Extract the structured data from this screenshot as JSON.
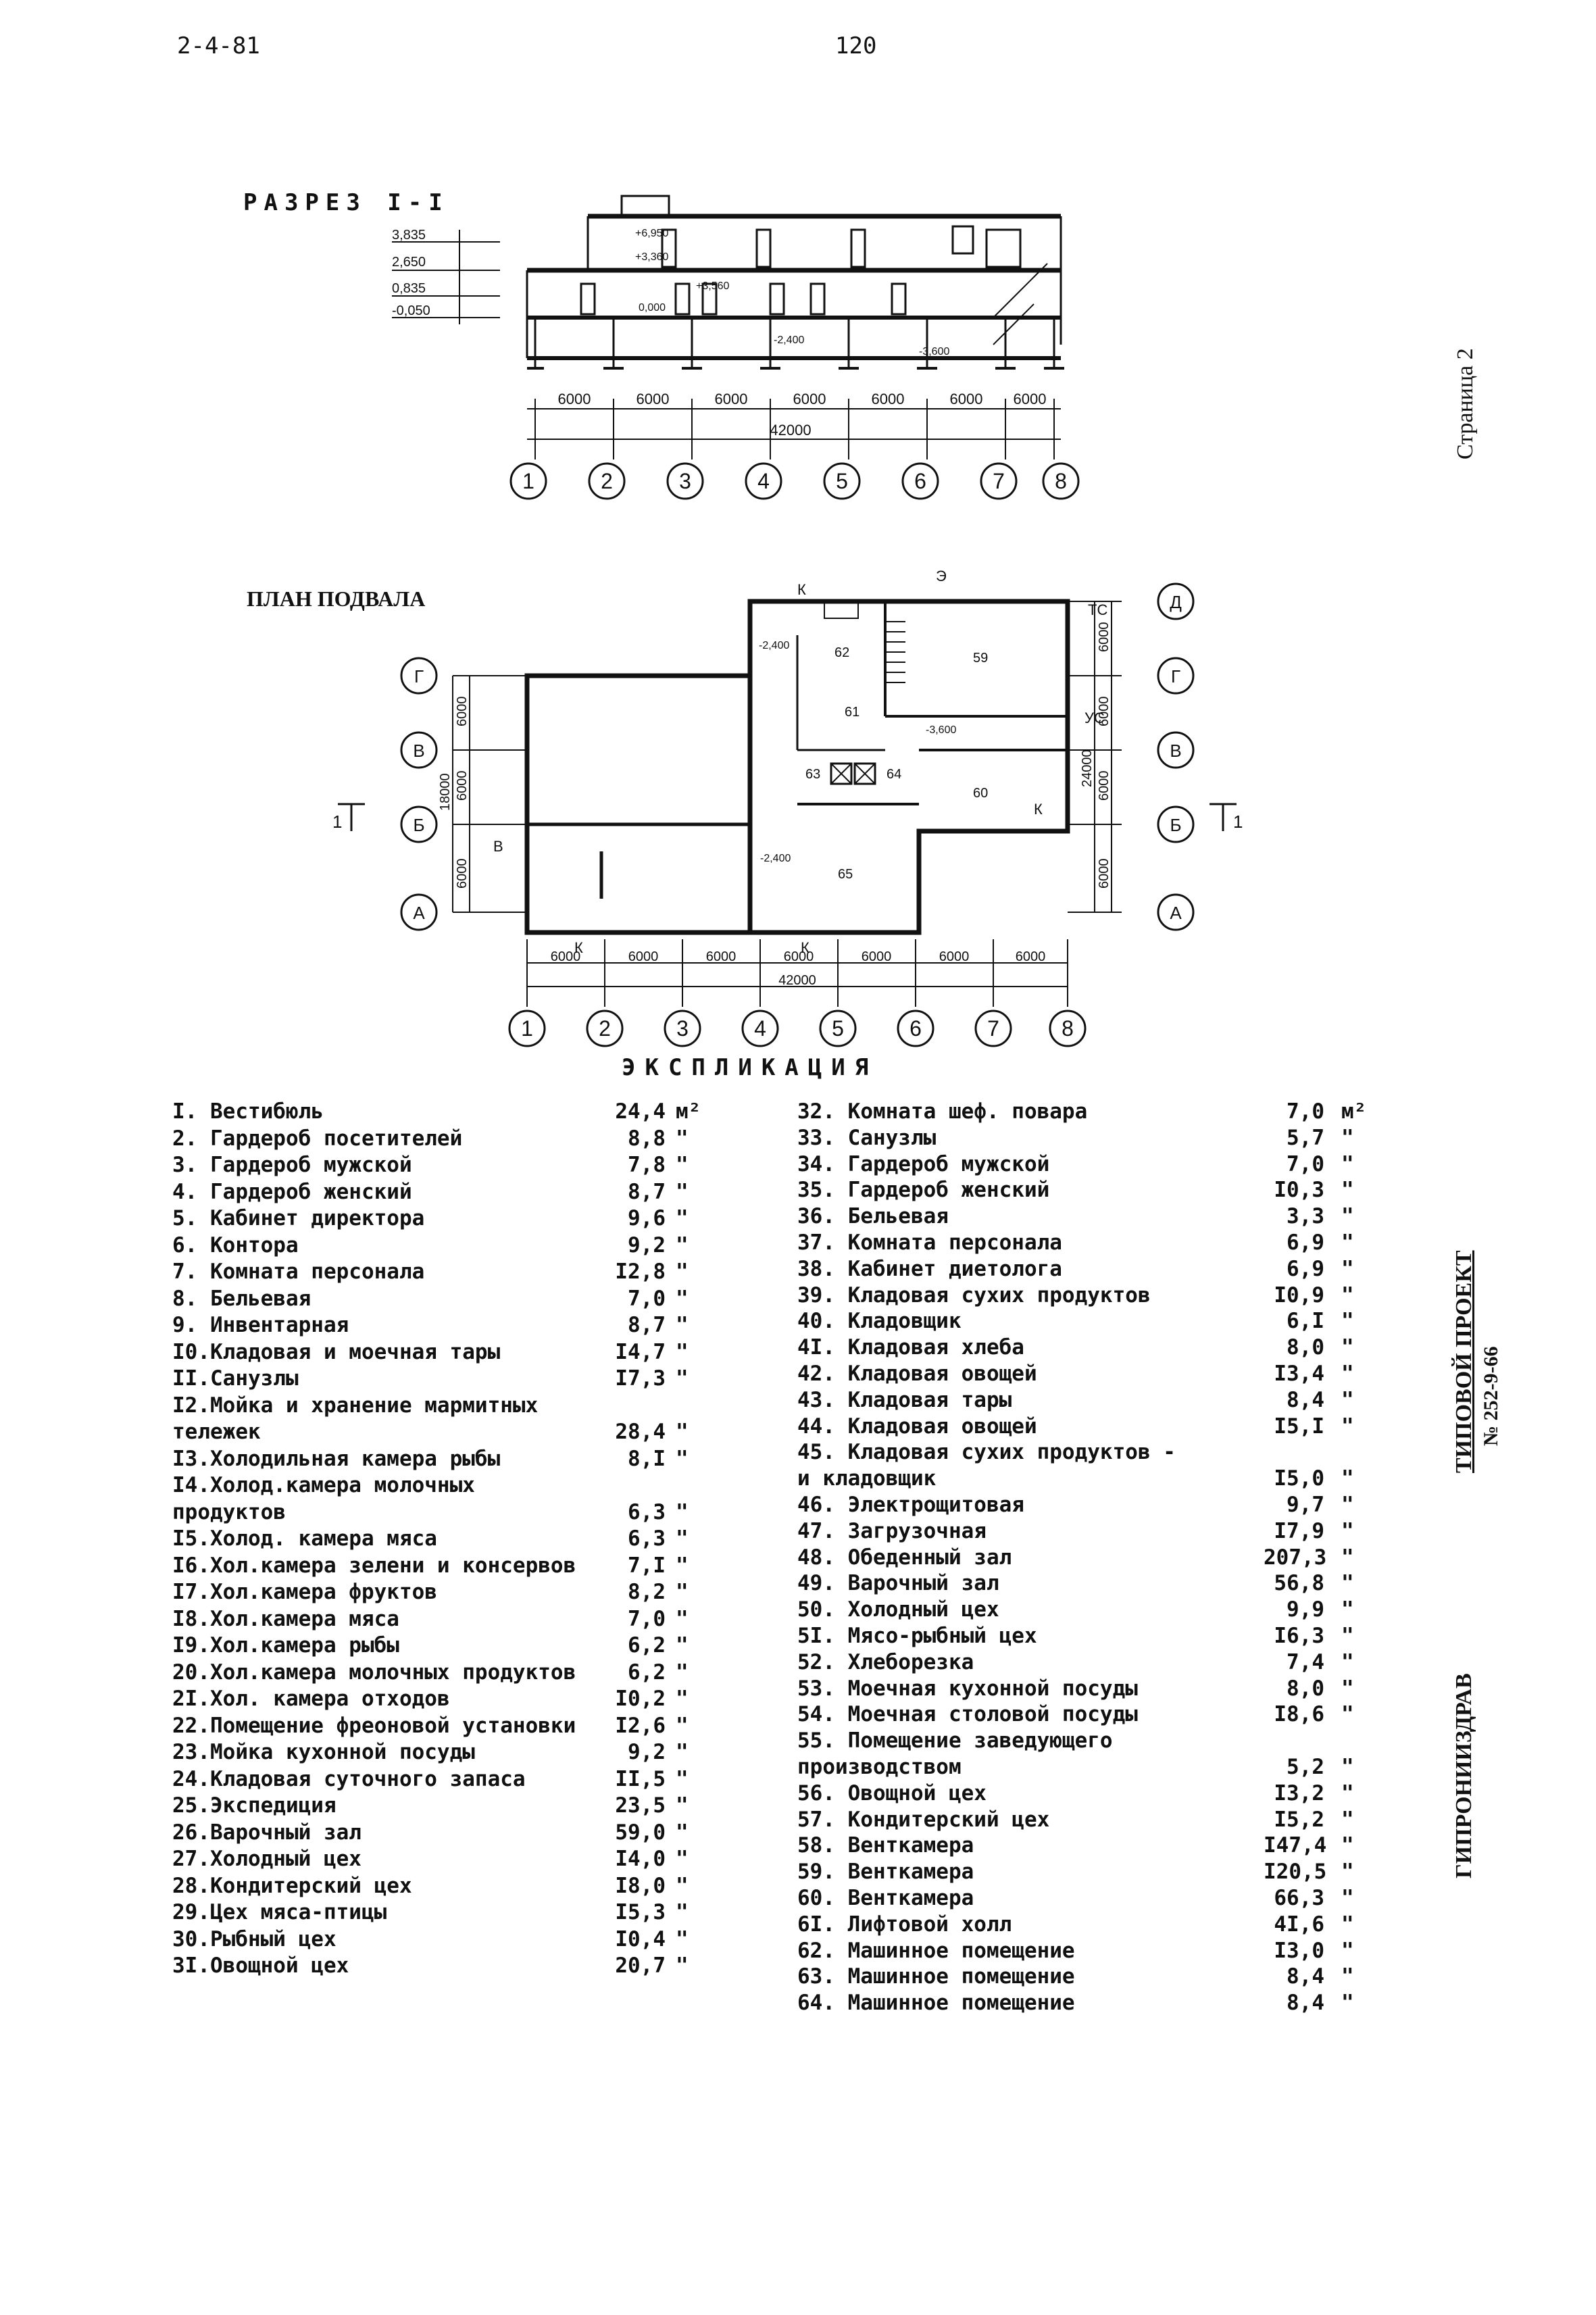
{
  "header": {
    "code": "2-4-81",
    "page_number": "120"
  },
  "side": {
    "page_label": "Страница 2",
    "project": "ТИПОВОЙ ПРОЕКТ",
    "project_no": "№ 252-9-66",
    "org": "ГИПРОНИИЗДРАВ"
  },
  "section": {
    "title": "РАЗРЕЗ I-I",
    "levels": [
      "3,835",
      "2,650",
      "0,835",
      "-0,050"
    ],
    "marks": [
      "+6,950",
      "+3,360",
      "+3,560",
      "0,000",
      "-2,400",
      "-3,600"
    ],
    "spans": [
      "6000",
      "6000",
      "6000",
      "6000",
      "6000",
      "6000",
      "6000"
    ],
    "total": "42000",
    "axes": [
      "1",
      "2",
      "3",
      "4",
      "5",
      "6",
      "7",
      "8"
    ]
  },
  "plan": {
    "title": "ПЛАН ПОДВАЛА",
    "row_axes": [
      "Д",
      "Г",
      "В",
      "Б",
      "А"
    ],
    "left_dims": [
      "6000",
      "6000",
      "6000"
    ],
    "left_total": "18000",
    "right_dims": [
      "6000",
      "6000",
      "6000",
      "6000"
    ],
    "right_total": "24000",
    "rooms": [
      "62",
      "59",
      "61",
      "63",
      "64",
      "60",
      "65"
    ],
    "marks": [
      "-2,400",
      "-3,600",
      "-2,400"
    ],
    "labels": [
      "К",
      "Э",
      "ТС",
      "УС",
      "В",
      "К",
      "К",
      "К",
      "1",
      "1"
    ],
    "spans": [
      "6000",
      "6000",
      "6000",
      "6000",
      "6000",
      "6000",
      "6000"
    ],
    "total": "42000",
    "axes": [
      "1",
      "2",
      "3",
      "4",
      "5",
      "6",
      "7",
      "8"
    ]
  },
  "explication": {
    "title": "ЭКСПЛИКАЦИЯ",
    "left": [
      {
        "n": "I. Вестибюль",
        "v": "24,4",
        "u": "м²"
      },
      {
        "n": "2. Гардероб посетителей",
        "v": "8,8",
        "u": "\""
      },
      {
        "n": "3. Гардероб мужской",
        "v": "7,8",
        "u": "\""
      },
      {
        "n": "4. Гардероб женский",
        "v": "8,7",
        "u": "\""
      },
      {
        "n": "5. Кабинет директора",
        "v": "9,6",
        "u": "\""
      },
      {
        "n": "6. Контора",
        "v": "9,2",
        "u": "\""
      },
      {
        "n": "7. Комната персонала",
        "v": "I2,8",
        "u": "\""
      },
      {
        "n": "8. Бельевая",
        "v": "7,0",
        "u": "\""
      },
      {
        "n": "9. Инвентарная",
        "v": "8,7",
        "u": "\""
      },
      {
        "n": "I0.Кладовая и моечная тары",
        "v": "I4,7",
        "u": "\""
      },
      {
        "n": "II.Санузлы",
        "v": "I7,3",
        "u": "\""
      },
      {
        "n": "I2.Мойка и хранение мармитных",
        "v": "",
        "u": ""
      },
      {
        "n": "   тележек",
        "v": "28,4",
        "u": "\""
      },
      {
        "n": "I3.Холодильная камера рыбы",
        "v": "8,I",
        "u": "\""
      },
      {
        "n": "I4.Холод.камера молочных",
        "v": "",
        "u": ""
      },
      {
        "n": "   продуктов",
        "v": "6,3",
        "u": "\""
      },
      {
        "n": "I5.Холод. камера мяса",
        "v": "6,3",
        "u": "\""
      },
      {
        "n": "I6.Хол.камера зелени и консервов",
        "v": "7,I",
        "u": "\""
      },
      {
        "n": "I7.Хол.камера фруктов",
        "v": "8,2",
        "u": "\""
      },
      {
        "n": "I8.Хол.камера мяса",
        "v": "7,0",
        "u": "\""
      },
      {
        "n": "I9.Хол.камера рыбы",
        "v": "6,2",
        "u": "\""
      },
      {
        "n": "20.Хол.камера молочных продуктов",
        "v": "6,2",
        "u": "\""
      },
      {
        "n": "2I.Хол. камера отходов",
        "v": "I0,2",
        "u": "\""
      },
      {
        "n": "22.Помещение фреоновой установки",
        "v": "I2,6",
        "u": "\""
      },
      {
        "n": "23.Мойка кухонной посуды",
        "v": "9,2",
        "u": "\""
      },
      {
        "n": "24.Кладовая суточного запаса",
        "v": "II,5",
        "u": "\""
      },
      {
        "n": "25.Экспедиция",
        "v": "23,5",
        "u": "\""
      },
      {
        "n": "26.Варочный зал",
        "v": "59,0",
        "u": "\""
      },
      {
        "n": "27.Холодный цех",
        "v": "I4,0",
        "u": "\""
      },
      {
        "n": "28.Кондитерский цех",
        "v": "I8,0",
        "u": "\""
      },
      {
        "n": "29.Цех мяса-птицы",
        "v": "I5,3",
        "u": "\""
      },
      {
        "n": "30.Рыбный цех",
        "v": "I0,4",
        "u": "\""
      },
      {
        "n": "3I.Овощной цех",
        "v": "20,7",
        "u": "\""
      }
    ],
    "right": [
      {
        "n": "32. Комната шеф. повара",
        "v": "7,0",
        "u": "м²"
      },
      {
        "n": "33. Санузлы",
        "v": "5,7",
        "u": "\""
      },
      {
        "n": "34. Гардероб мужской",
        "v": "7,0",
        "u": "\""
      },
      {
        "n": "35. Гардероб женский",
        "v": "I0,3",
        "u": "\""
      },
      {
        "n": "36. Бельевая",
        "v": "3,3",
        "u": "\""
      },
      {
        "n": "37. Комната персонала",
        "v": "6,9",
        "u": "\""
      },
      {
        "n": "38. Кабинет диетолога",
        "v": "6,9",
        "u": "\""
      },
      {
        "n": "39. Кладовая сухих продуктов",
        "v": "I0,9",
        "u": "\""
      },
      {
        "n": "40. Кладовщик",
        "v": "6,I",
        "u": "\""
      },
      {
        "n": "4I. Кладовая хлеба",
        "v": "8,0",
        "u": "\""
      },
      {
        "n": "42. Кладовая овощей",
        "v": "I3,4",
        "u": "\""
      },
      {
        "n": "43. Кладовая тары",
        "v": "8,4",
        "u": "\""
      },
      {
        "n": "44. Кладовая овощей",
        "v": "I5,I",
        "u": "\""
      },
      {
        "n": "45. Кладовая сухих продуктов -",
        "v": "",
        "u": ""
      },
      {
        "n": "    и кладовщик",
        "v": "I5,0",
        "u": "\""
      },
      {
        "n": "46. Электрощитовая",
        "v": "9,7",
        "u": "\""
      },
      {
        "n": "47. Загрузочная",
        "v": "I7,9",
        "u": "\""
      },
      {
        "n": "48. Обеденный зал",
        "v": "207,3",
        "u": "\""
      },
      {
        "n": "49. Варочный зал",
        "v": "56,8",
        "u": "\""
      },
      {
        "n": "50. Холодный цех",
        "v": "9,9",
        "u": "\""
      },
      {
        "n": "5I. Мясо-рыбный цех",
        "v": "I6,3",
        "u": "\""
      },
      {
        "n": "52. Хлеборезка",
        "v": "7,4",
        "u": "\""
      },
      {
        "n": "53. Моечная кухонной посуды",
        "v": "8,0",
        "u": "\""
      },
      {
        "n": "54. Моечная столовой посуды",
        "v": "I8,6",
        "u": "\""
      },
      {
        "n": "55. Помещение заведующего",
        "v": "",
        "u": ""
      },
      {
        "n": "    производством",
        "v": "5,2",
        "u": "\""
      },
      {
        "n": "56. Овощной цех",
        "v": "I3,2",
        "u": "\""
      },
      {
        "n": "57. Кондитерский цех",
        "v": "I5,2",
        "u": "\""
      },
      {
        "n": "58. Венткамера",
        "v": "I47,4",
        "u": "\""
      },
      {
        "n": "59. Венткамера",
        "v": "I20,5",
        "u": "\""
      },
      {
        "n": "60. Венткамера",
        "v": "66,3",
        "u": "\""
      },
      {
        "n": "6I. Лифтовой холл",
        "v": "4I,6",
        "u": "\""
      },
      {
        "n": "62. Машинное помещение",
        "v": "I3,0",
        "u": "\""
      },
      {
        "n": "63. Машинное помещение",
        "v": "8,4",
        "u": "\""
      },
      {
        "n": "64. Машинное помещение",
        "v": "8,4",
        "u": "\""
      }
    ]
  }
}
